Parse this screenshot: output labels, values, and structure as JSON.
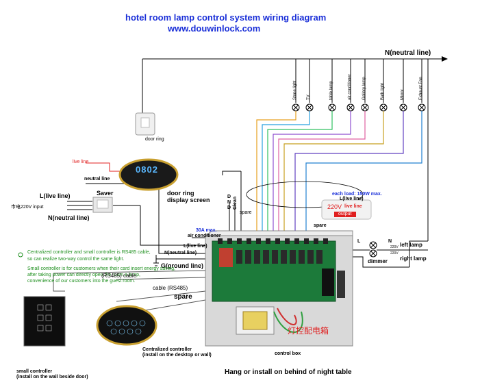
{
  "title": "hotel room lamp control system wiring diagram",
  "website": "www.douwinlock.com",
  "neutral_line_top": "N(neutral line)",
  "lamps": [
    "Stone light",
    "TV",
    "table lamp",
    "air conditioner",
    "Gallery lamp",
    "Bath light",
    "Mirror",
    "Exhaust Fan"
  ],
  "door_ring_small": "door ring",
  "door_ring_display": "door ring\ndisplay screen",
  "display_number": "0802",
  "live_line_red": "live line",
  "neutral_line_small": "neutral line",
  "l_live_line": "L(live line)",
  "input_label": "市电220V input",
  "n_neutral_line_left": "N(neutral line)",
  "saver": "Saver",
  "dnd_letters": [
    "D",
    "N",
    "D"
  ],
  "clean": "Clean",
  "spare_small": "spare",
  "load_note": "each load: 150W max.",
  "l_live_line_right": "L(live line)",
  "v220_label": "220V",
  "live_line_box": "live line",
  "output_label": "output",
  "spare_right": "spare",
  "ac_max": "30A max.",
  "air_conditioner": "air conditioner",
  "l_live_line_box": "L(live line)",
  "n_neutral_line_box": "N(neutral line)",
  "g_ground_line": "G(ground line)",
  "note1": "Centralized controller and small controller is RS485 cable,",
  "note2": "so can realize two-way control the same light.",
  "note3": "Small controller is for customers when their card insert energy saving,",
  "note4": "after taking power can directly open the room a lamp,",
  "note5": "convenience of our customers into the guest room.",
  "rs485_cable": "(RS485) cable",
  "cable_rs485": "cable (RS485)",
  "spare_bold": "spare",
  "small_controller": "small controller\n(install on the wall beside door)",
  "centralized_controller": "Centralized controller\n(install on the desktop or wall)",
  "control_box": "control box",
  "cn_label": "灯控配电箱",
  "dimmer_l": "L",
  "dimmer_n": "N",
  "dimmer_v1": "220V",
  "dimmer_v2": "220V",
  "left_lamp": "left lamp",
  "right_lamp": "right lamp",
  "dimmer": "dimmer",
  "bottom_note": "Hang or install on behind of night table",
  "colors": {
    "title": "#1a2fd8",
    "green_text": "#1e8f1e",
    "red_text": "#e02020",
    "board": "#1c7a3a",
    "box": "#dcdcdc"
  }
}
